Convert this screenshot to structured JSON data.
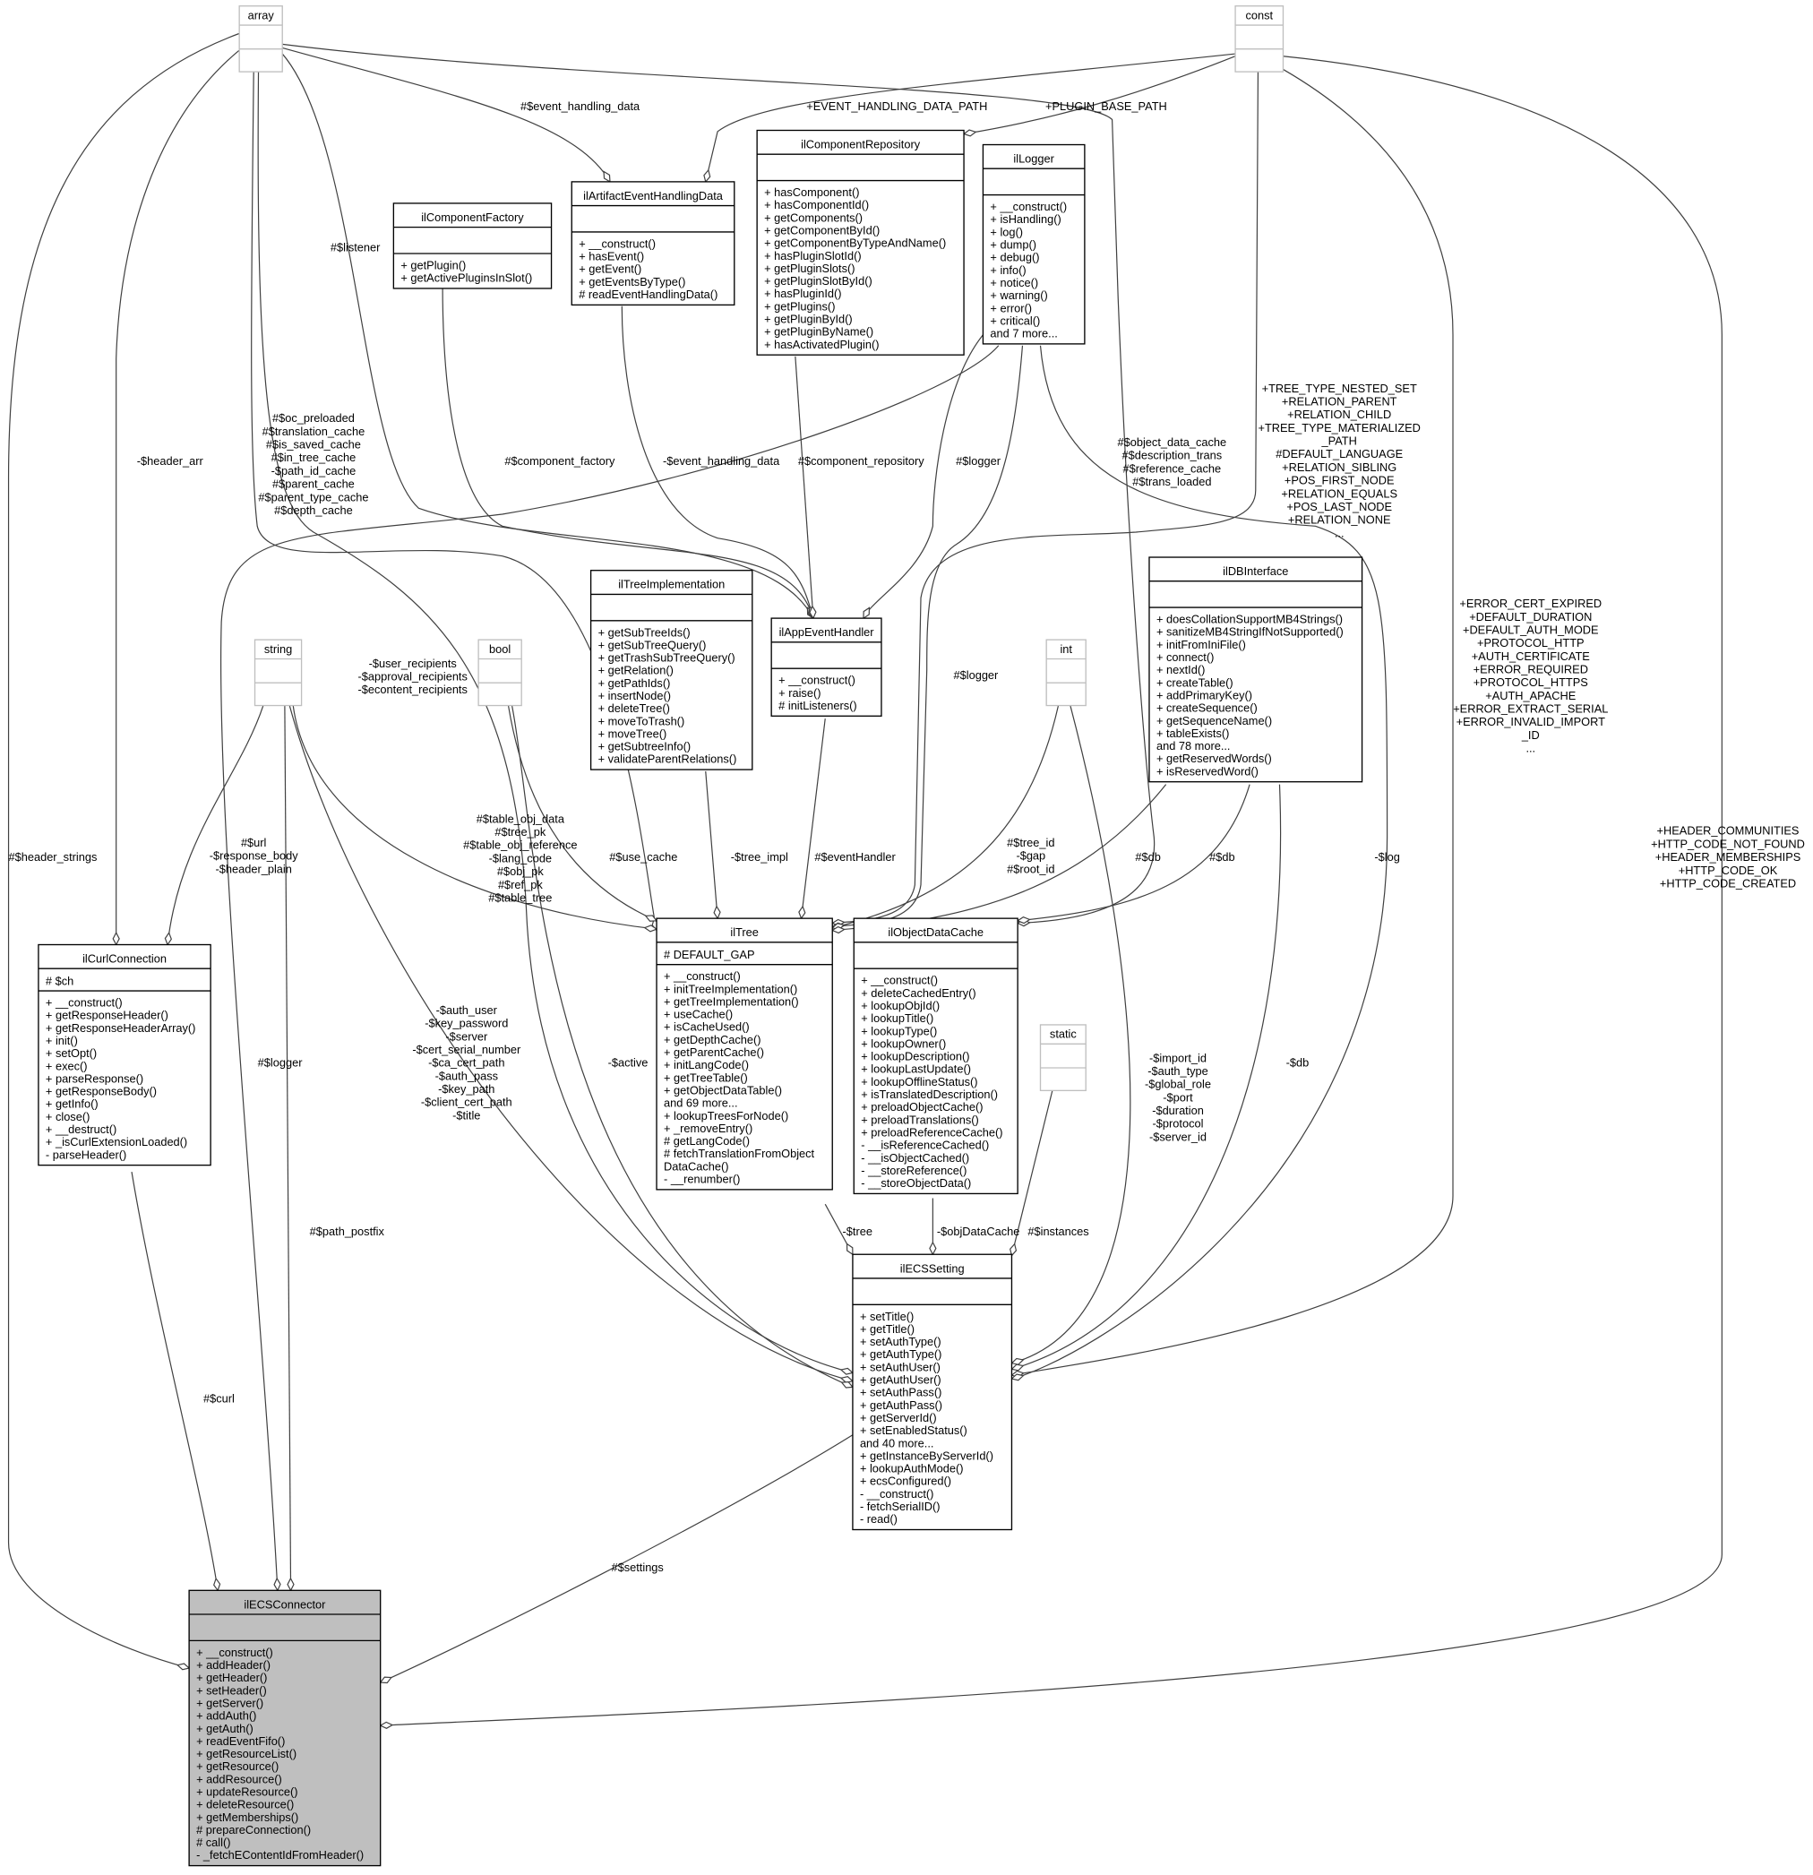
{
  "classes": [
    {
      "name": "array",
      "type": true,
      "attributes": [],
      "methods": []
    },
    {
      "name": "const",
      "type": true,
      "attributes": [],
      "methods": []
    },
    {
      "name": "ilComponentFactory",
      "attributes": [],
      "methods": [
        "+ getPlugin()",
        "+ getActivePluginsInSlot()"
      ]
    },
    {
      "name": "ilArtifactEventHandlingData",
      "attributes": [],
      "methods": [
        "+ __construct()",
        "+ hasEvent()",
        "+ getEvent()",
        "+ getEventsByType()",
        "# readEventHandlingData()"
      ]
    },
    {
      "name": "ilComponentRepository",
      "attributes": [],
      "methods": [
        "+ hasComponent()",
        "+ hasComponentId()",
        "+ getComponents()",
        "+ getComponentById()",
        "+ getComponentByTypeAndName()",
        "+ hasPluginSlotId()",
        "+ getPluginSlots()",
        "+ getPluginSlotById()",
        "+ hasPluginId()",
        "+ getPlugins()",
        "+ getPluginById()",
        "+ getPluginByName()",
        "+ hasActivatedPlugin()"
      ]
    },
    {
      "name": "ilLogger",
      "attributes": [],
      "methods": [
        "+ __construct()",
        "+ isHandling()",
        "+ log()",
        "+ dump()",
        "+ debug()",
        "+ info()",
        "+ notice()",
        "+ warning()",
        "+ error()",
        "+ critical()",
        "and 7 more..."
      ]
    },
    {
      "name": "ilTreeImplementation",
      "attributes": [],
      "methods": [
        "+ getSubTreeIds()",
        "+ getSubTreeQuery()",
        "+ getTrashSubTreeQuery()",
        "+ getRelation()",
        "+ getPathIds()",
        "+ insertNode()",
        "+ deleteTree()",
        "+ moveToTrash()",
        "+ moveTree()",
        "+ getSubtreeInfo()",
        "+ validateParentRelations()"
      ]
    },
    {
      "name": "ilAppEventHandler",
      "attributes": [],
      "methods": [
        "+ __construct()",
        "+ raise()",
        "# initListeners()"
      ]
    },
    {
      "name": "string",
      "type": true,
      "attributes": [],
      "methods": []
    },
    {
      "name": "bool",
      "type": true,
      "attributes": [],
      "methods": []
    },
    {
      "name": "int",
      "type": true,
      "attributes": [],
      "methods": []
    },
    {
      "name": "static",
      "type": true,
      "attributes": [],
      "methods": []
    },
    {
      "name": "ilDBInterface",
      "attributes": [],
      "methods": [
        "+ doesCollationSupportMB4Strings()",
        "+ sanitizeMB4StringIfNotSupported()",
        "+ initFromIniFile()",
        "+ connect()",
        "+ nextId()",
        "+ createTable()",
        "+ addPrimaryKey()",
        "+ createSequence()",
        "+ getSequenceName()",
        "+ tableExists()",
        "and 78 more...",
        "+ getReservedWords()",
        "+ isReservedWord()"
      ]
    },
    {
      "name": "ilTree",
      "attributes": [
        "# DEFAULT_GAP"
      ],
      "methods": [
        "+ __construct()",
        "+ initTreeImplementation()",
        "+ getTreeImplementation()",
        "+ useCache()",
        "+ isCacheUsed()",
        "+ getDepthCache()",
        "+ getParentCache()",
        "+ initLangCode()",
        "+ getTreeTable()",
        "+ getObjectDataTable()",
        "and 69 more...",
        "+ lookupTreesForNode()",
        "+ _removeEntry()",
        "# getLangCode()",
        "# fetchTranslationFromObject",
        "DataCache()",
        "- __renumber()"
      ]
    },
    {
      "name": "ilObjectDataCache",
      "attributes": [],
      "methods": [
        "+ __construct()",
        "+ deleteCachedEntry()",
        "+ lookupObjId()",
        "+ lookupTitle()",
        "+ lookupType()",
        "+ lookupOwner()",
        "+ lookupDescription()",
        "+ lookupLastUpdate()",
        "+ lookupOfflineStatus()",
        "+ isTranslatedDescription()",
        "+ preloadObjectCache()",
        "+ preloadTranslations()",
        "+ preloadReferenceCache()",
        "- __isReferenceCached()",
        "- __isObjectCached()",
        "- __storeReference()",
        "- __storeObjectData()"
      ]
    },
    {
      "name": "ilCurlConnection",
      "attributes": [
        "# $ch"
      ],
      "methods": [
        "+ __construct()",
        "+ getResponseHeader()",
        "+ getResponseHeaderArray()",
        "+ init()",
        "+ setOpt()",
        "+ exec()",
        "+ parseResponse()",
        "+ getResponseBody()",
        "+ getInfo()",
        "+ close()",
        "+ __destruct()",
        "+ _isCurlExtensionLoaded()",
        "- parseHeader()"
      ]
    },
    {
      "name": "ilECSSetting",
      "attributes": [],
      "methods": [
        "+ setTitle()",
        "+ getTitle()",
        "+ setAuthType()",
        "+ getAuthType()",
        "+ setAuthUser()",
        "+ getAuthUser()",
        "+ setAuthPass()",
        "+ getAuthPass()",
        "+ getServerId()",
        "+ setEnabledStatus()",
        "and 40 more...",
        "+ getInstanceByServerId()",
        "+ lookupAuthMode()",
        "+ ecsConfigured()",
        "- __construct()",
        "- fetchSerialID()",
        "- read()"
      ]
    },
    {
      "name": "ilECSConnector",
      "highlighted": true,
      "attributes": [],
      "methods": [
        "+ __construct()",
        "+ addHeader()",
        "+ getHeader()",
        "+ setHeader()",
        "+ getServer()",
        "+ addAuth()",
        "+ getAuth()",
        "+ readEventFifo()",
        "+ getResourceList()",
        "+ getResource()",
        "+ addResource()",
        "+ updateResource()",
        "+ deleteResource()",
        "+ getMemberships()",
        "# prepareConnection()",
        "# call()",
        "- _fetchEContentIdFromHeader()"
      ]
    }
  ],
  "edges": [
    {
      "from": "array",
      "to": "ilECSConnector",
      "label": [
        "#$header_strings"
      ]
    },
    {
      "from": "array",
      "to": "ilCurlConnection",
      "label": [
        "-$header_arr"
      ]
    },
    {
      "from": "array",
      "to": "ilTree",
      "label": [
        "#$oc_preloaded",
        "#$translation_cache",
        "#$is_saved_cache",
        "#$in_tree_cache",
        "-$path_id_cache",
        "#$parent_cache",
        "#$parent_type_cache",
        "#$depth_cache"
      ]
    },
    {
      "from": "array",
      "to": "ilECSSetting",
      "label": [
        "-$user_recipients",
        "-$approval_recipients",
        "-$econtent_recipients"
      ]
    },
    {
      "from": "array",
      "to": "ilAppEventHandler",
      "label": [
        "#$listener"
      ]
    },
    {
      "from": "array",
      "to": "ilArtifactEventHandlingData",
      "label": [
        "#$event_handling_data"
      ]
    },
    {
      "from": "array",
      "to": "ilObjectDataCache",
      "label": [
        "#$object_data_cache",
        "#$description_trans",
        "#$reference_cache",
        "#$trans_loaded"
      ]
    },
    {
      "from": "const",
      "to": "ilArtifactEventHandlingData",
      "label": [
        "+EVENT_HANDLING_DATA_PATH"
      ]
    },
    {
      "from": "const",
      "to": "ilComponentRepository",
      "label": [
        "+PLUGIN_BASE_PATH"
      ]
    },
    {
      "from": "const",
      "to": "ilTree",
      "label": [
        "+TREE_TYPE_NESTED_SET",
        "+RELATION_PARENT",
        "+RELATION_CHILD",
        "+TREE_TYPE_MATERIALIZED",
        "_PATH",
        "#DEFAULT_LANGUAGE",
        "+RELATION_SIBLING",
        "+POS_FIRST_NODE",
        "+RELATION_EQUALS",
        "+POS_LAST_NODE",
        "+RELATION_NONE",
        "..."
      ]
    },
    {
      "from": "const",
      "to": "ilECSSetting",
      "label": [
        "+ERROR_CERT_EXPIRED",
        "+DEFAULT_DURATION",
        "+DEFAULT_AUTH_MODE",
        "+PROTOCOL_HTTP",
        "+AUTH_CERTIFICATE",
        "+ERROR_REQUIRED",
        "+PROTOCOL_HTTPS",
        "+AUTH_APACHE",
        "+ERROR_EXTRACT_SERIAL",
        "+ERROR_INVALID_IMPORT",
        "_ID",
        "..."
      ]
    },
    {
      "from": "const",
      "to": "ilECSConnector",
      "label": [
        "+HEADER_COMMUNITIES",
        "+HTTP_CODE_NOT_FOUND",
        "+HEADER_MEMBERSHIPS",
        "+HTTP_CODE_OK",
        "+HTTP_CODE_CREATED"
      ]
    },
    {
      "from": "ilComponentFactory",
      "to": "ilAppEventHandler",
      "label": [
        "#$component_factory"
      ]
    },
    {
      "from": "ilArtifactEventHandlingData",
      "to": "ilAppEventHandler",
      "label": [
        "-$event_handling_data"
      ]
    },
    {
      "from": "ilComponentRepository",
      "to": "ilAppEventHandler",
      "label": [
        "#$component_repository"
      ]
    },
    {
      "from": "ilLogger",
      "to": "ilAppEventHandler",
      "label": [
        "#$logger"
      ]
    },
    {
      "from": "ilLogger",
      "to": "ilTree",
      "label": [
        "#$logger"
      ]
    },
    {
      "from": "ilLogger",
      "to": "ilECSConnector",
      "label": [
        "#$logger"
      ]
    },
    {
      "from": "ilLogger",
      "to": "ilECSSetting",
      "label": [
        "-$log"
      ]
    },
    {
      "from": "string",
      "to": "ilCurlConnection",
      "label": [
        "#$url",
        "-$response_body",
        "-$header_plain"
      ]
    },
    {
      "from": "string",
      "to": "ilECSConnector",
      "label": [
        "#$path_postfix"
      ]
    },
    {
      "from": "string",
      "to": "ilTree",
      "label": [
        "#$table_obj_data",
        "#$tree_pk",
        "#$table_obj_reference",
        "-$lang_code",
        "#$obj_pk",
        "#$ref_pk",
        "#$table_tree"
      ]
    },
    {
      "from": "string",
      "to": "ilECSSetting",
      "label": [
        "-$auth_user",
        "-$key_password",
        "-$server",
        "-$cert_serial_number",
        "-$ca_cert_path",
        "-$auth_pass",
        "-$key_path",
        "-$client_cert_path",
        "-$title"
      ]
    },
    {
      "from": "bool",
      "to": "ilTree",
      "label": [
        "#$use_cache"
      ]
    },
    {
      "from": "bool",
      "to": "ilECSSetting",
      "label": [
        "-$active"
      ]
    },
    {
      "from": "ilTreeImplementation",
      "to": "ilTree",
      "label": [
        "-$tree_impl"
      ]
    },
    {
      "from": "ilAppEventHandler",
      "to": "ilTree",
      "label": [
        "#$eventHandler"
      ]
    },
    {
      "from": "int",
      "to": "ilTree",
      "label": [
        "#$tree_id",
        "-$gap",
        "#$root_id"
      ]
    },
    {
      "from": "int",
      "to": "ilECSSetting",
      "label": [
        "-$import_id",
        "-$auth_type",
        "-$global_role",
        "-$port",
        "-$duration",
        "-$protocol",
        "-$server_id"
      ]
    },
    {
      "from": "ilDBInterface",
      "to": "ilTree",
      "label": [
        "#$db"
      ]
    },
    {
      "from": "ilDBInterface",
      "to": "ilObjectDataCache",
      "label": [
        "#$db"
      ]
    },
    {
      "from": "ilDBInterface",
      "to": "ilECSSetting",
      "label": [
        "-$db"
      ]
    },
    {
      "from": "ilTree",
      "to": "ilECSSetting",
      "label": [
        "-$tree"
      ]
    },
    {
      "from": "ilObjectDataCache",
      "to": "ilECSSetting",
      "label": [
        "-$objDataCache"
      ]
    },
    {
      "from": "static",
      "to": "ilECSSetting",
      "label": [
        "#$instances"
      ]
    },
    {
      "from": "ilCurlConnection",
      "to": "ilECSConnector",
      "label": [
        "#$curl"
      ]
    },
    {
      "from": "ilECSSetting",
      "to": "ilECSConnector",
      "label": [
        "#$settings"
      ]
    }
  ],
  "colors": {
    "highlight_fill": "#bfbfbf",
    "type_border": "#bfbfbf",
    "edge": "#404040"
  }
}
